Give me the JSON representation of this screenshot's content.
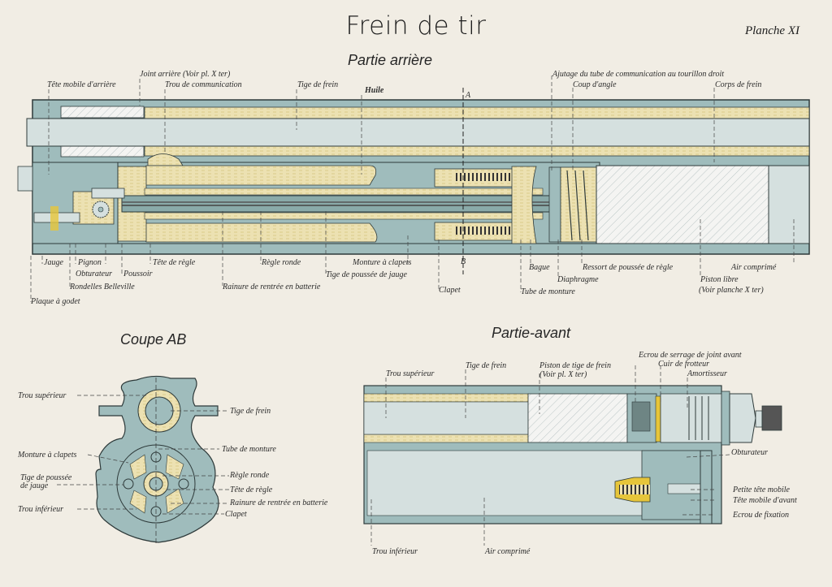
{
  "plate": {
    "title": "Frein de tir",
    "number": "Planche XI"
  },
  "colors": {
    "paper": "#f1ede4",
    "steel": "#9fbcbc",
    "steel_dark": "#8aaaa9",
    "light_steel": "#d5e0df",
    "oil": "#ece1b2",
    "brass": "#e6c53a",
    "outline": "#2e3a3a"
  },
  "rear_section": {
    "title": "Partie arrière",
    "labels_top": [
      "Tête mobile d'arrière",
      "Joint arrière (Voir pl. X ter)",
      "Trou de communication",
      "Tige de frein",
      "Huile",
      "A",
      "Ajutage du tube de communication au tourillon droit",
      "Coup d'angle",
      "Corps de frein"
    ],
    "labels_bottom": [
      "Jauge",
      "Pignon",
      "Obturateur",
      "Poussoir",
      "Rondelles Belleville",
      "Plaque à godet",
      "Tête de règle",
      "Règle ronde",
      "Rainure de rentrée en batterie",
      "Monture à clapets",
      "Tige de poussée de jauge",
      "B",
      "Clapet",
      "Bague",
      "Tube de monture",
      "Diaphragme",
      "Ressort de poussée de règle",
      "Piston libre",
      "(Voir planche X ter)",
      "Air comprimé"
    ]
  },
  "cross_section": {
    "title": "Coupe AB",
    "labels_left": [
      "Trou supérieur",
      "Monture à clapets",
      "Tige de poussée",
      "de jauge",
      "Trou inférieur"
    ],
    "labels_right": [
      "Tige de frein",
      "Tube de monture",
      "Règle ronde",
      "Tête de règle",
      "Rainure de rentrée en batterie",
      "Clapet"
    ]
  },
  "front_section": {
    "title": "Partie-avant",
    "labels_top": [
      "Trou supérieur",
      "Tige de frein",
      "Piston de tige de frein",
      "(Voir pl. X ter)",
      "Ecrou de serrage de joint avant",
      "Cuir de frotteur",
      "Amortisseur"
    ],
    "labels_right": [
      "Obturateur",
      "Petite tête mobile",
      "Tête mobile d'avant",
      "Ecrou de fixation"
    ],
    "labels_bottom": [
      "Trou inférieur",
      "Air comprimé"
    ]
  }
}
